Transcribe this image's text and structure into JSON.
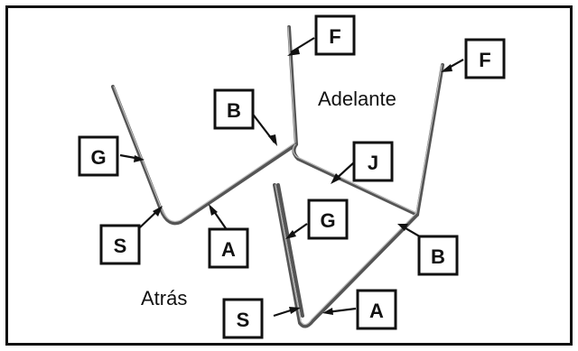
{
  "labels": {
    "f": "F",
    "b": "B",
    "g": "G",
    "s": "S",
    "a": "A",
    "j": "J"
  },
  "text": {
    "front": "Adelante",
    "back": "Atrás"
  }
}
